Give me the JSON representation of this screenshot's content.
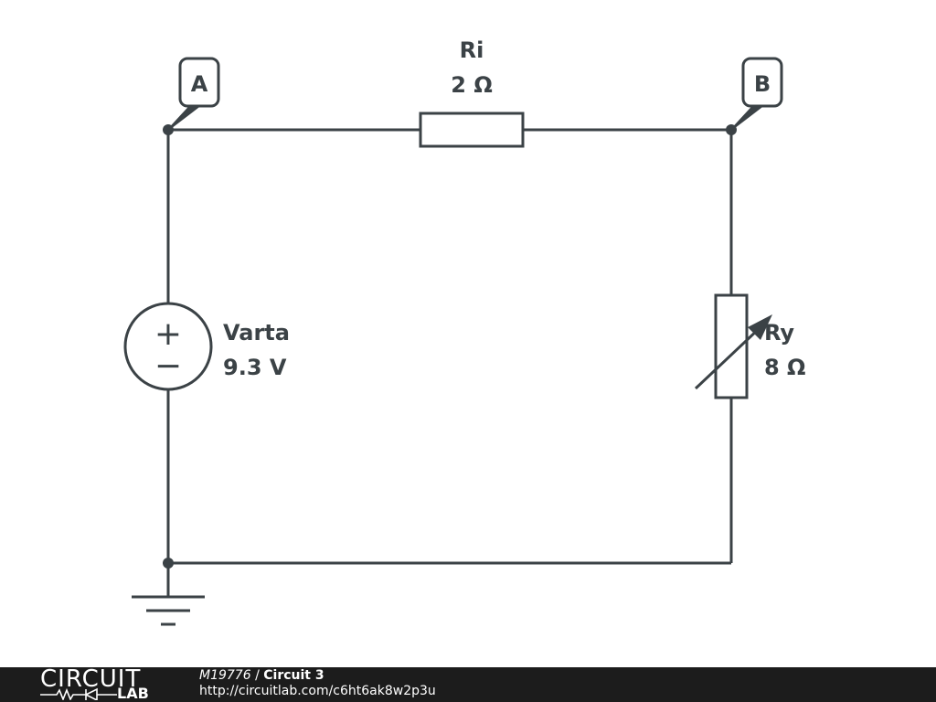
{
  "schematic": {
    "nodes": [
      {
        "id": "A",
        "label": "A"
      },
      {
        "id": "B",
        "label": "B"
      }
    ],
    "components": {
      "ri": {
        "name": "Ri",
        "value": "2 Ω",
        "type": "resistor"
      },
      "varta": {
        "name": "Varta",
        "value": "9.3 V",
        "type": "voltage-source",
        "plus": "+",
        "minus": "−"
      },
      "ry": {
        "name": "Ry",
        "value": "8 Ω",
        "type": "variable-resistor"
      }
    },
    "ground": {
      "type": "ground"
    }
  },
  "footer": {
    "logo_top": "CIRCUIT",
    "logo_bottom": "LAB",
    "author": "M19776",
    "separator": " / ",
    "title": "Circuit 3",
    "url": "http://circuitlab.com/c6ht6ak8w2p3u"
  },
  "colors": {
    "ink": "#3b4246",
    "footer_bg": "#1c1c1c"
  }
}
